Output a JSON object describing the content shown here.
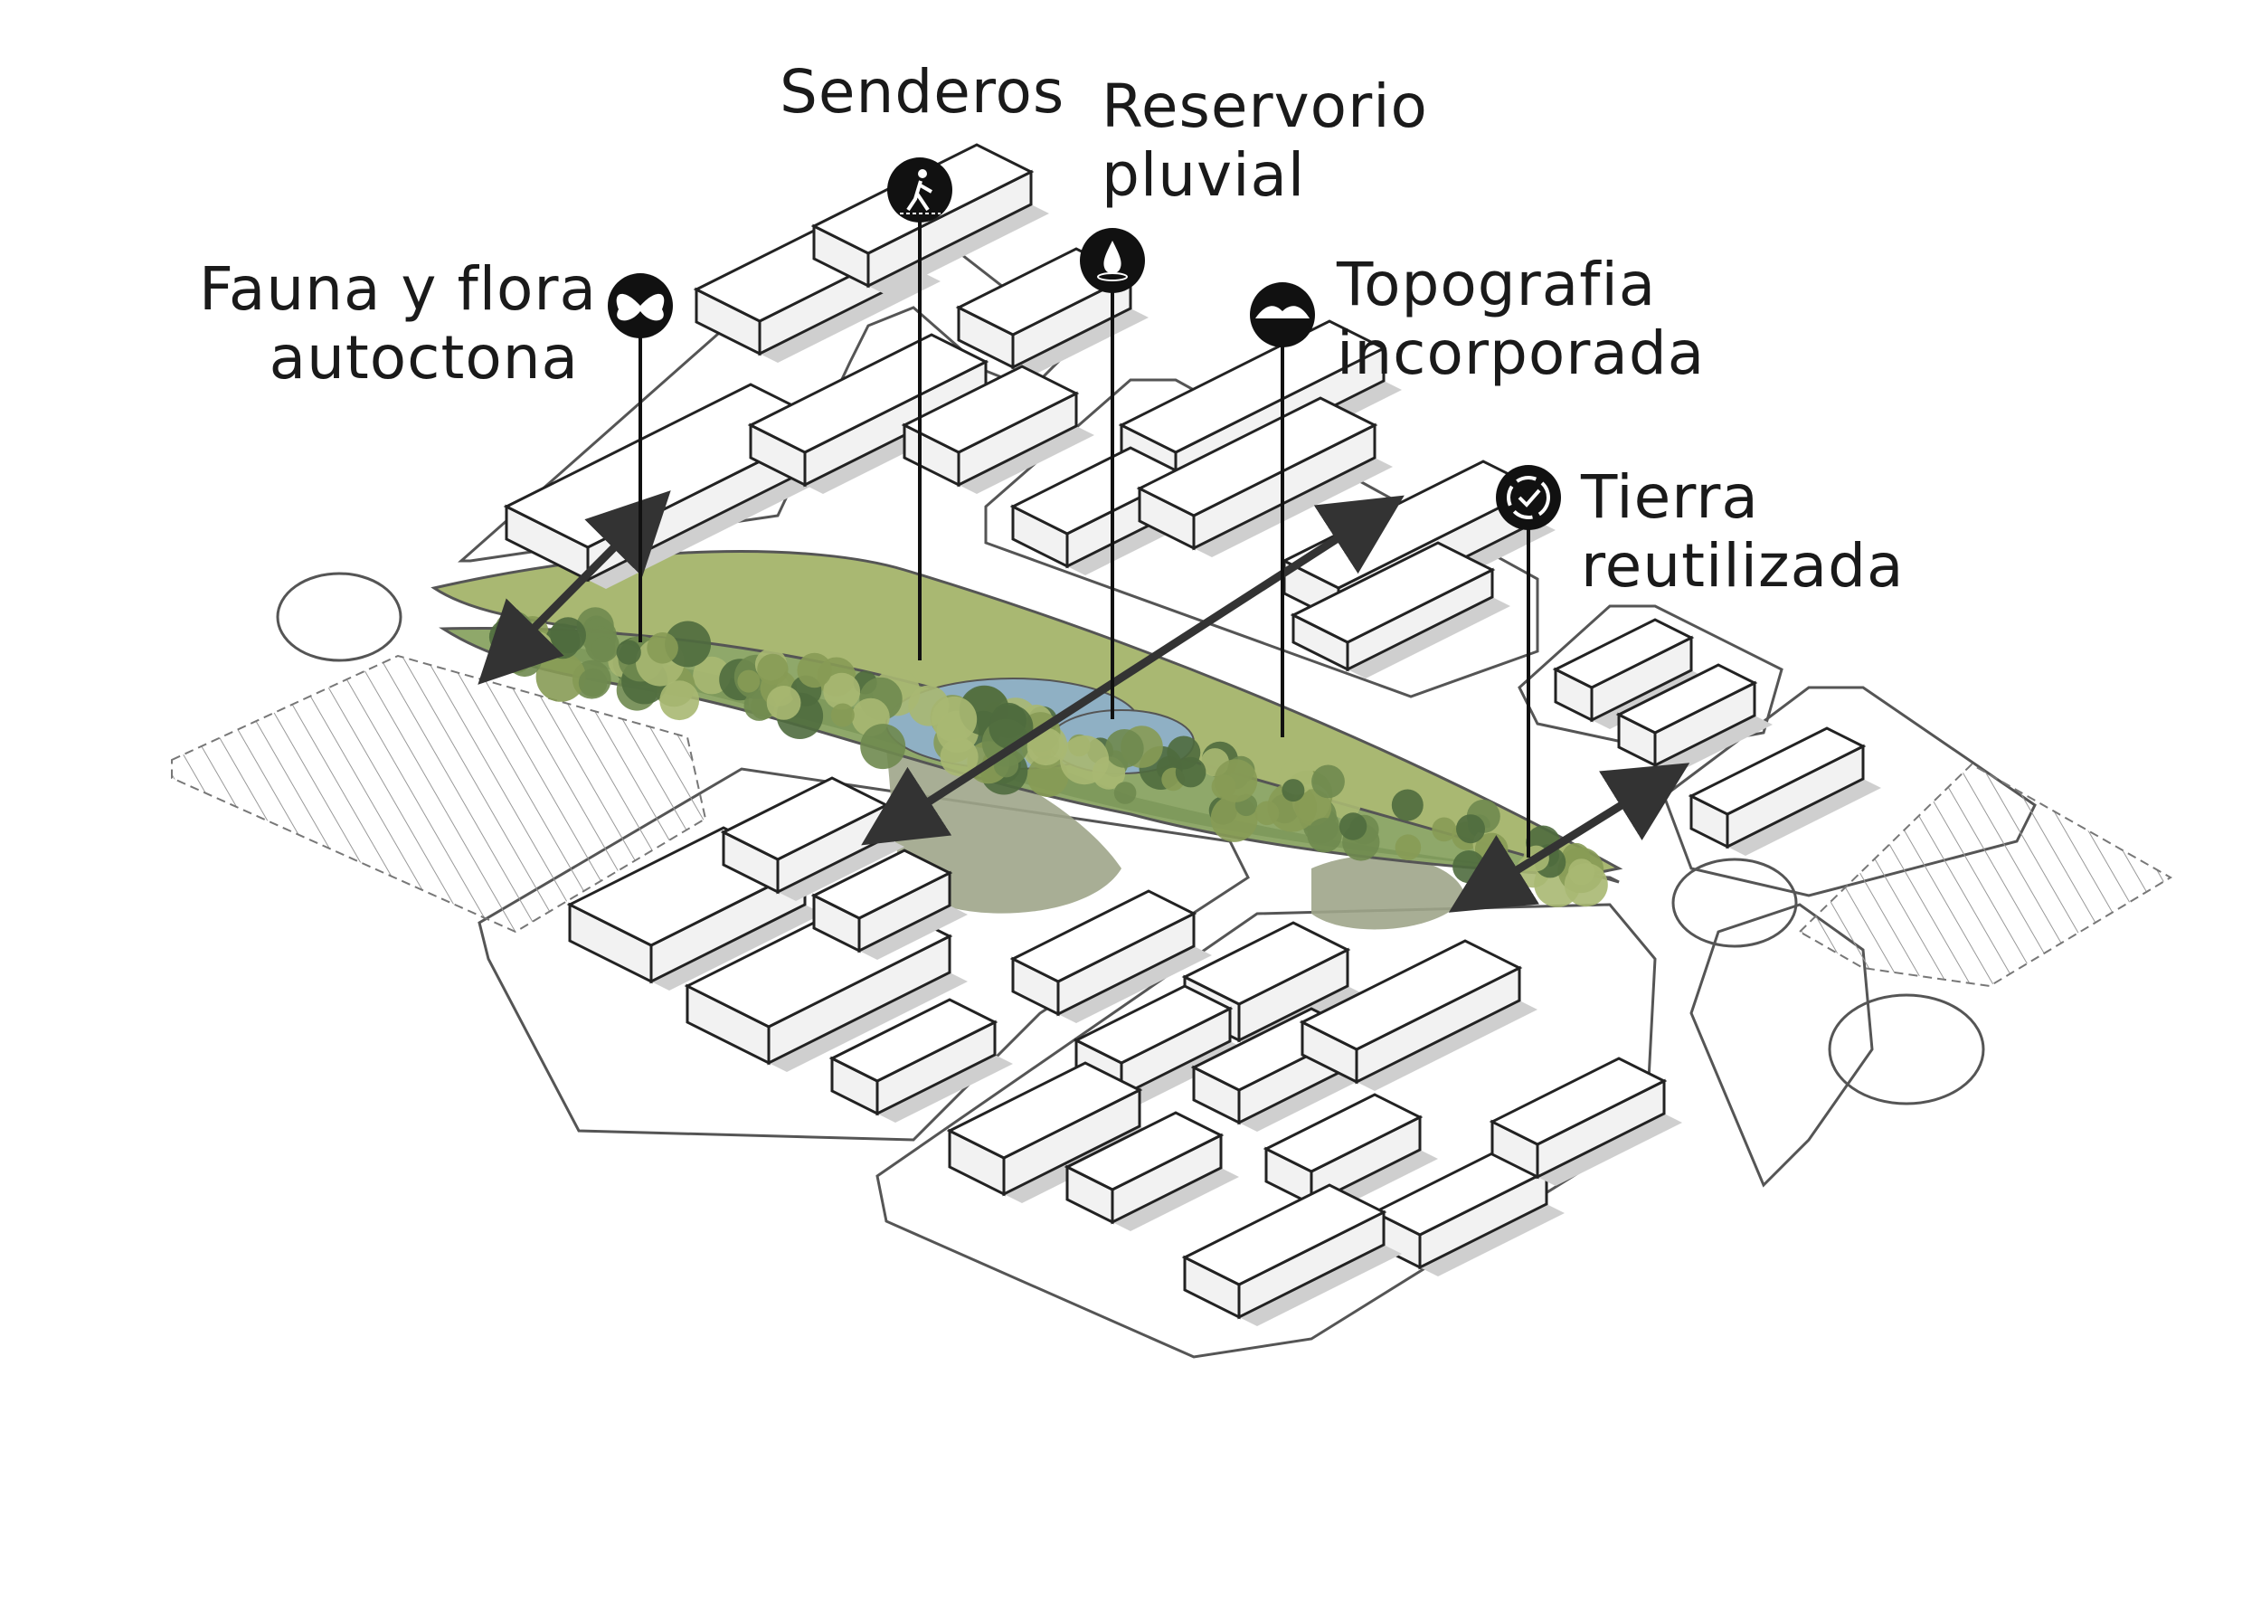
{
  "labels": {
    "fauna": {
      "line1": "Fauna y flora",
      "line2": "autoctona",
      "icon": "butterfly-icon"
    },
    "senderos": {
      "line1": "Senderos",
      "icon": "pedestrian-icon"
    },
    "reservorio": {
      "line1": "Reservorio",
      "line2": "pluvial",
      "icon": "water-drop-icon"
    },
    "topografia": {
      "line1": "Topografia",
      "line2": "incorporada",
      "icon": "terrain-icon"
    },
    "tierra": {
      "line1": "Tierra",
      "line2": "reutilizada",
      "icon": "recycle-icon"
    }
  },
  "colors": {
    "park_green": "#8fa86a",
    "dark_tree": "#4f6b3e",
    "light_tree": "#a9b872",
    "water": "#8fb0c4",
    "shadow_green": "#9ea58a",
    "ink": "#1a1a1a",
    "arrow": "#333333"
  }
}
